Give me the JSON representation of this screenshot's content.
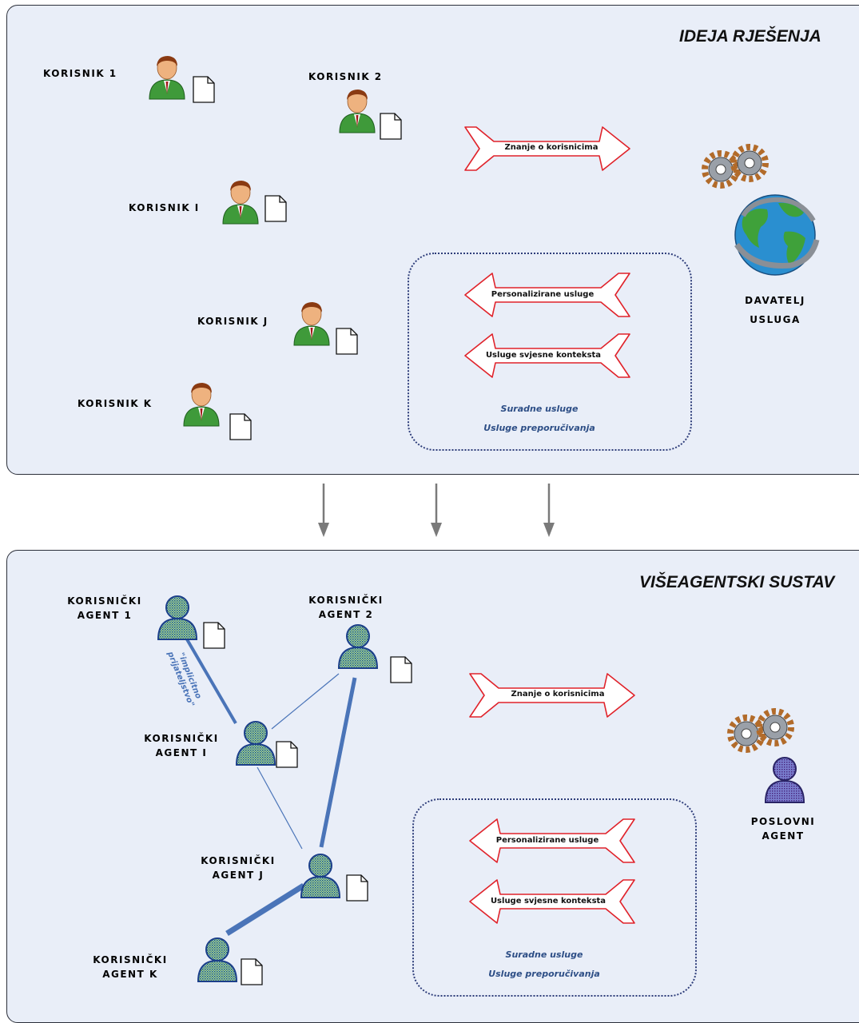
{
  "top": {
    "title": "IDEJA RJEŠENJA",
    "users": [
      {
        "label": "KORISNIK 1"
      },
      {
        "label": "KORISNIK 2"
      },
      {
        "label": "KORISNIK I"
      },
      {
        "label": "KORISNIK J"
      },
      {
        "label": "KORISNIK K"
      }
    ],
    "arrow_right": "Znanje o korisnicima",
    "arrow_left_1": "Personalizirane usluge",
    "arrow_left_2": "Usluge svjesne konteksta",
    "box_line_1": "Suradne usluge",
    "box_line_2": "Usluge preporučivanja",
    "provider_line_1": "DAVATELJ",
    "provider_line_2": "USLUGA"
  },
  "bottom": {
    "title": "VIŠEAGENTSKI SUSTAV",
    "agents": [
      {
        "line1": "KORISNIČKI",
        "line2": "AGENT 1"
      },
      {
        "line1": "KORISNIČKI",
        "line2": "AGENT 2"
      },
      {
        "line1": "KORISNIČKI",
        "line2": "AGENT I"
      },
      {
        "line1": "KORISNIČKI",
        "line2": "AGENT J"
      },
      {
        "line1": "KORISNIČKI",
        "line2": "AGENT K"
      }
    ],
    "friendship_line_1": "\"implicitno",
    "friendship_line_2": "prijateljstvo\"",
    "arrow_right": "Znanje o korisnicima",
    "arrow_left_1": "Personalizirane usluge",
    "arrow_left_2": "Usluge svjesne konteksta",
    "box_line_1": "Suradne usluge",
    "box_line_2": "Usluge preporučivanja",
    "business_line_1": "POSLOVNI",
    "business_line_2": "AGENT"
  },
  "colors": {
    "panel_bg": "#e9eef8",
    "arrow_outline": "#e0222a",
    "link_blue": "#4a74b8",
    "box_dotted": "#2e3d7a"
  }
}
